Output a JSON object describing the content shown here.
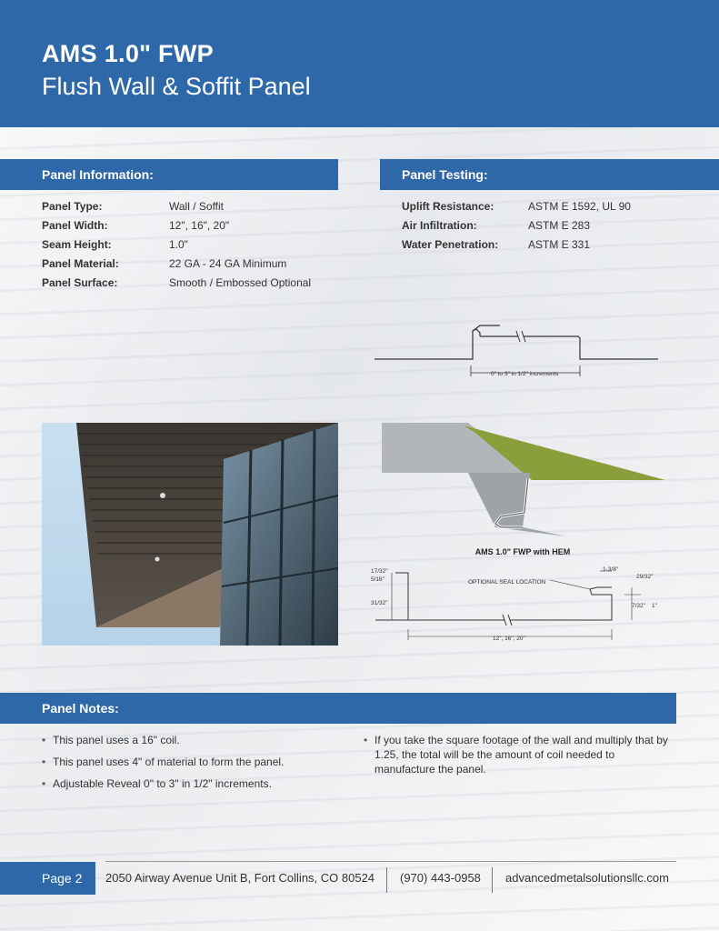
{
  "header": {
    "title": "AMS 1.0\" FWP",
    "subtitle": "Flush Wall & Soffit Panel"
  },
  "panel_info": {
    "heading": "Panel Information:",
    "rows": [
      {
        "label": "Panel Type:",
        "value": "Wall / Soffit"
      },
      {
        "label": "Panel Width:",
        "value": "12\", 16\", 20\""
      },
      {
        "label": "Seam Height:",
        "value": "1.0\""
      },
      {
        "label": "Panel Material:",
        "value": "22 GA - 24 GA Minimum"
      },
      {
        "label": "Panel Surface:",
        "value": "Smooth / Embossed Optional"
      }
    ]
  },
  "panel_testing": {
    "heading": "Panel Testing:",
    "rows": [
      {
        "label": "Uplift Resistance:",
        "value": "ASTM E 1592, UL 90"
      },
      {
        "label": "Air Infiltration:",
        "value": "ASTM E 283"
      },
      {
        "label": "Water Penetration:",
        "value": "ASTM E 331"
      }
    ]
  },
  "profile_diagram": {
    "dimension_label": "0\" to 3\" in 1/2\" increments"
  },
  "hem_diagram": {
    "caption": "AMS 1.0\" FWP with HEM",
    "seal_label": "OPTIONAL SEAL LOCATION",
    "dims": {
      "d1": "17/32\"",
      "d2": "5/16\"",
      "d3": "31/32\"",
      "d4": "1-3/8\"",
      "d5": "29/32\"",
      "d6": "7/32\"",
      "d7": "1\"",
      "width": "12\", 16\", 20\""
    }
  },
  "panel_notes": {
    "heading": "Panel Notes:",
    "left": [
      "This panel uses a 16\" coil.",
      "This panel uses 4\" of material to form the panel.",
      "Adjustable Reveal 0\" to 3\" in 1/2\" increments."
    ],
    "right": [
      "If you take the square footage of the wall and multiply that by 1.25, the total will be the amount of coil needed to manufacture the panel."
    ]
  },
  "footer": {
    "page": "Page 2",
    "address": "2050 Airway Avenue Unit B, Fort Collins, CO 80524",
    "phone": "(970) 443-0958",
    "website": "advancedmetalsolutionsllc.com"
  },
  "colors": {
    "brand_blue": "#2e68a8",
    "panel_green": "#8a9e3c",
    "panel_gray": "#9ea3a8"
  }
}
